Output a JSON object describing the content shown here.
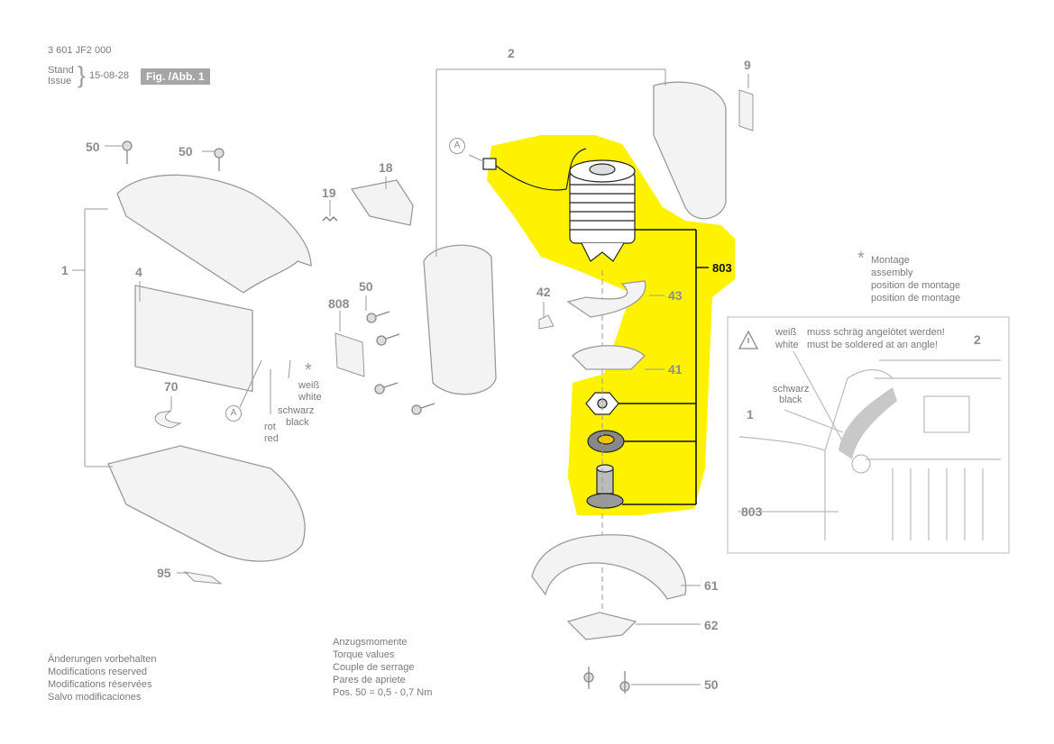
{
  "header": {
    "doc_number": "3 601 JF2 000",
    "stand": "Stand",
    "issue": "Issue",
    "date": "15-08-28",
    "fig_label": "Fig. /Abb. 1"
  },
  "callouts": {
    "c1": "1",
    "c2": "2",
    "c4": "4",
    "c9": "9",
    "c18": "18",
    "c19": "19",
    "c50a": "50",
    "c50b": "50",
    "c50c": "50",
    "c50d": "50",
    "c808": "808",
    "c70": "70",
    "c95": "95",
    "c42": "42",
    "c43": "43",
    "c41": "41",
    "c61": "61",
    "c62": "62",
    "c803": "803"
  },
  "connector_marker": "A",
  "wire_labels": {
    "weiss": "weiß",
    "white": "white",
    "schwarz": "schwarz",
    "black": "black",
    "rot": "rot",
    "red": "red",
    "asterisk": "*"
  },
  "montage_note": {
    "asterisk": "*",
    "lines": [
      "Montage",
      "assembly",
      "position de montage",
      "position de montage"
    ]
  },
  "detail_box": {
    "warn_de_color": "weiß",
    "warn_de_text": "muss schräg angelötet werden!",
    "warn_en_color": "white",
    "warn_en_text": "must be soldered at an angle!",
    "schwarz": "schwarz",
    "black": "black",
    "ref_1": "1",
    "ref_2": "2",
    "ref_803": "803"
  },
  "footer": {
    "modifications": [
      "Änderungen vorbehalten",
      "Modifications reserved",
      "Modifications réservées",
      "Salvo modificaciones"
    ],
    "torque": [
      "Anzugsmomente",
      "Torque values",
      "Couple de serrage",
      "Pares de apriete",
      "Pos. 50 =  0,5 - 0,7 Nm"
    ]
  },
  "colors": {
    "highlight": "#fff200",
    "line": "#9a9a9a",
    "dark_line": "#111111"
  }
}
